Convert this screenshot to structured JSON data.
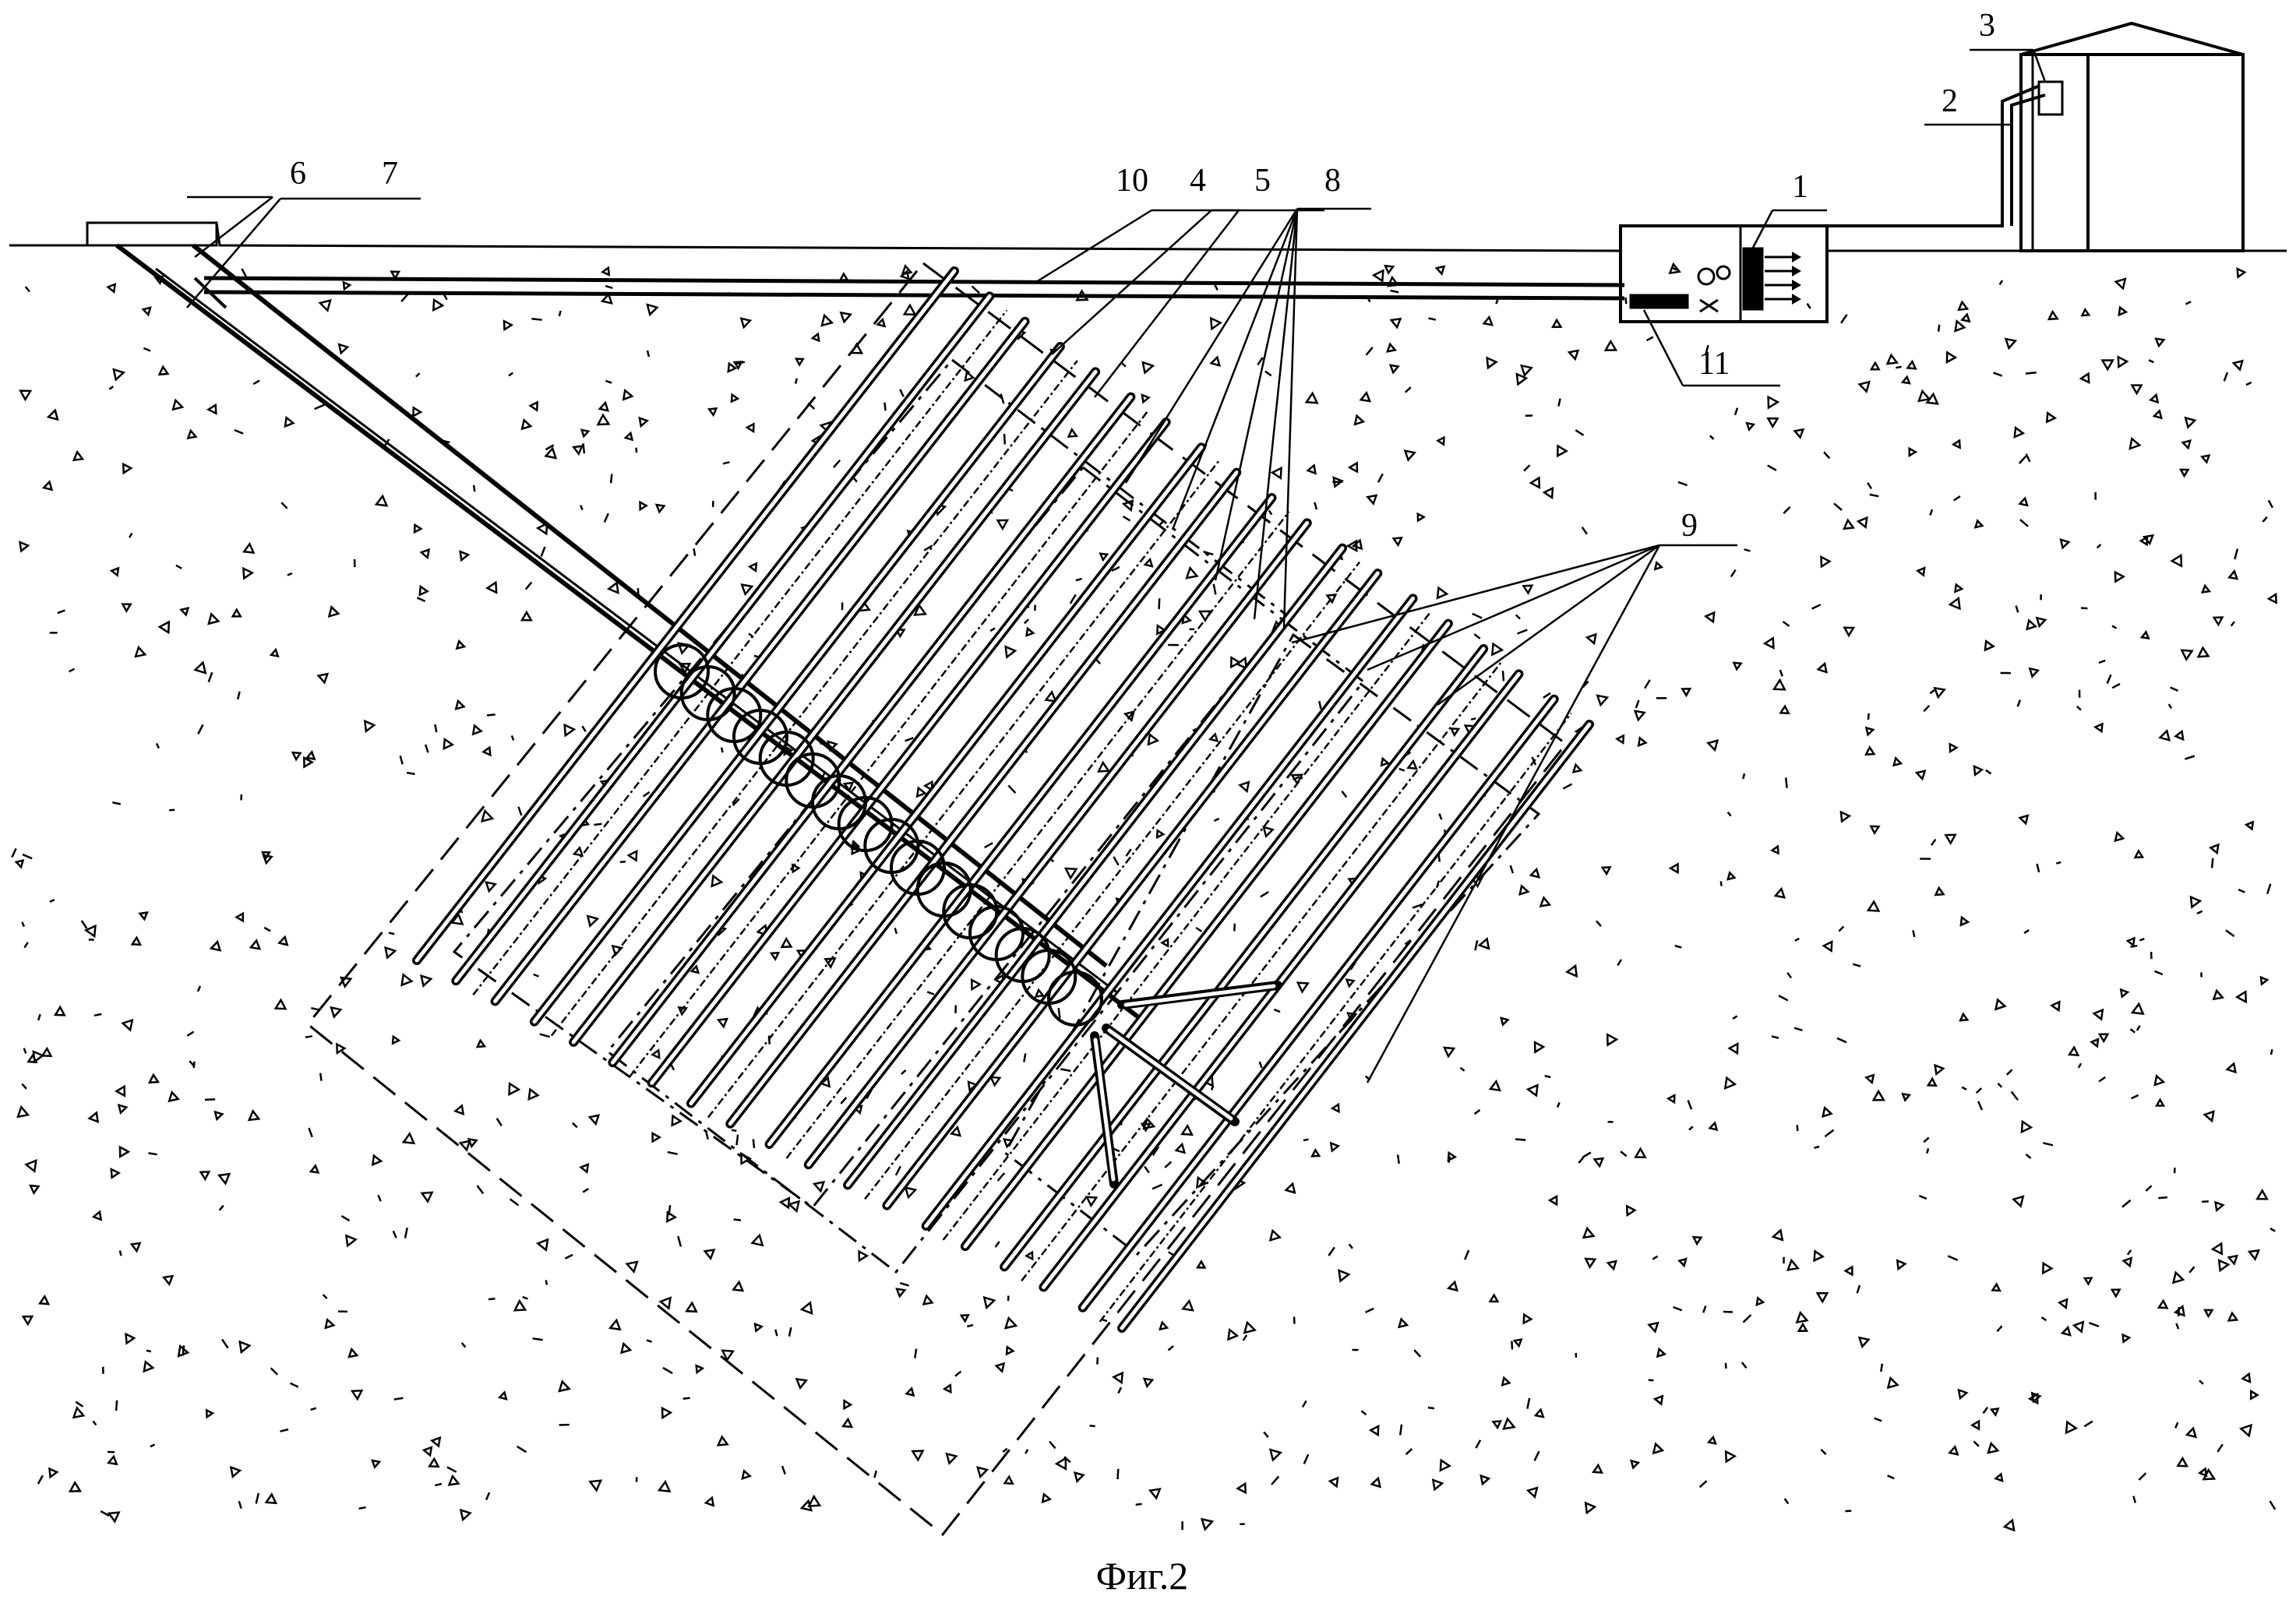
{
  "figure": {
    "caption": "Фиг.2",
    "colors": {
      "ink": "#000000",
      "paper": "#ffffff"
    }
  },
  "labels": {
    "l1": "1",
    "l2": "2",
    "l3": "3",
    "l4": "4",
    "l5": "5",
    "l6": "6",
    "l7": "7",
    "l8": "8",
    "l9": "9",
    "l10": "10",
    "l11": "11"
  }
}
